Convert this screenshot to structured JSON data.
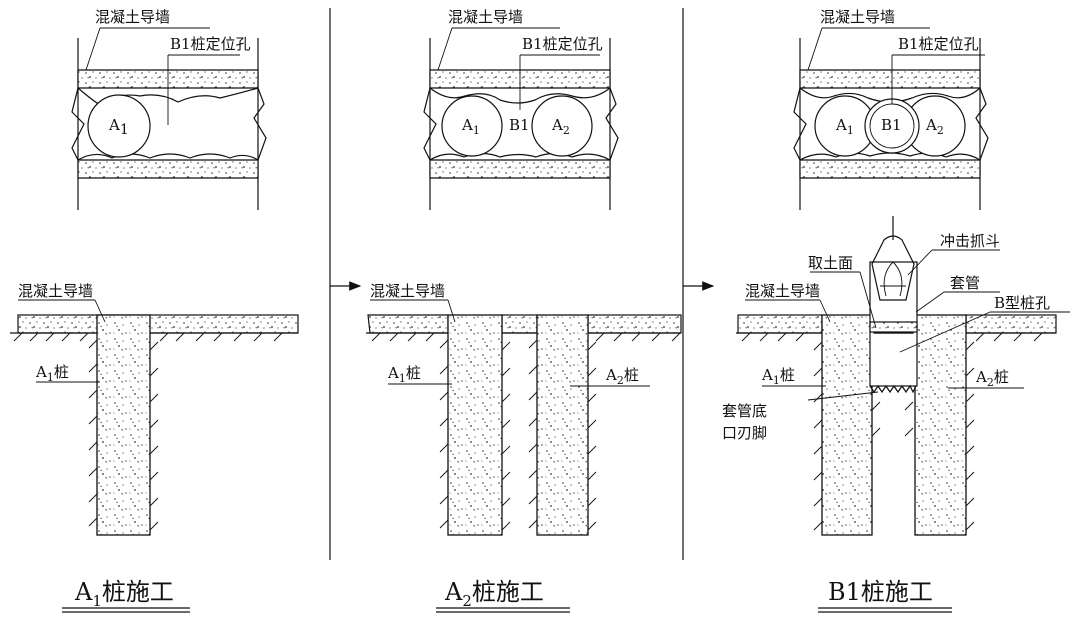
{
  "panels": [
    {
      "plan": {
        "wall_label": "混凝土导墙",
        "hole_label": "B1桩定位孔",
        "circle_labels": [
          {
            "main": "A",
            "sub": "1"
          }
        ]
      },
      "section": {
        "wall_label": "混凝土导墙",
        "pile_labels": [
          {
            "main": "A",
            "sub": "1",
            "suffix": "桩"
          }
        ]
      },
      "caption": {
        "main": "A",
        "sub": "1",
        "suffix": "桩施工"
      }
    },
    {
      "plan": {
        "wall_label": "混凝土导墙",
        "hole_label": "B1桩定位孔",
        "circle_labels": [
          {
            "main": "A",
            "sub": "1"
          },
          {
            "main": "B1",
            "sub": ""
          },
          {
            "main": "A",
            "sub": "2"
          }
        ]
      },
      "section": {
        "wall_label": "混凝土导墙",
        "pile_labels": [
          {
            "main": "A",
            "sub": "1",
            "suffix": "桩"
          },
          {
            "main": "A",
            "sub": "2",
            "suffix": "桩"
          }
        ]
      },
      "caption": {
        "main": "A",
        "sub": "2",
        "suffix": "桩施工"
      }
    },
    {
      "plan": {
        "wall_label": "混凝土导墙",
        "hole_label": "B1桩定位孔",
        "circle_labels": [
          {
            "main": "A",
            "sub": "1"
          },
          {
            "main": "B1",
            "sub": ""
          },
          {
            "main": "A",
            "sub": "2"
          }
        ]
      },
      "section": {
        "wall_label": "混凝土导墙",
        "soil_surface_label": "取土面",
        "grab_label": "冲击抓斗",
        "casing_label": "套管",
        "b_hole_label": "B型桩孔",
        "casing_edge_label": [
          "套管底",
          "口刃脚"
        ],
        "pile_labels": [
          {
            "main": "A",
            "sub": "1",
            "suffix": "桩"
          },
          {
            "main": "A",
            "sub": "2",
            "suffix": "桩"
          }
        ]
      },
      "caption": {
        "main": "B1",
        "sub": "",
        "suffix": "桩施工"
      }
    }
  ]
}
